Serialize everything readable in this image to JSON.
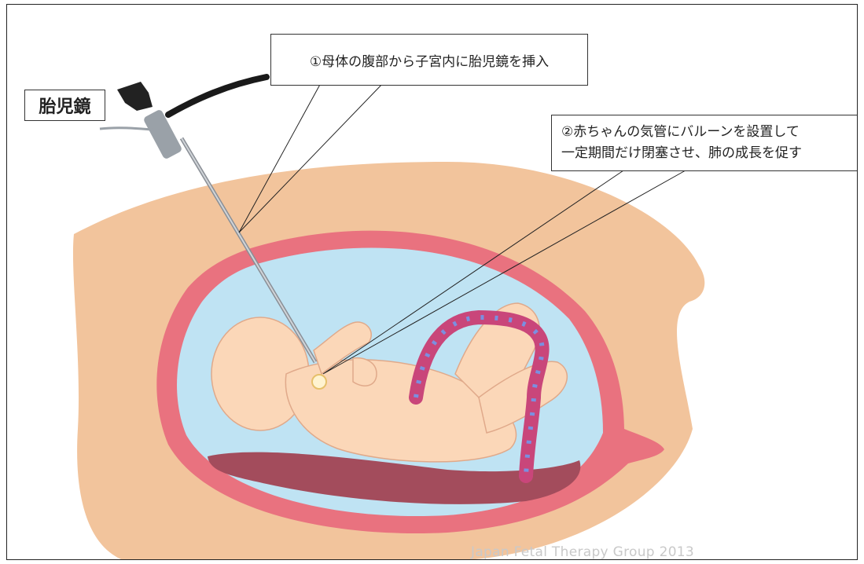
{
  "labels": {
    "scope": "胎児鏡",
    "step1": "①母体の腹部から子宮内に胎児鏡を挿入",
    "step2_line1": "②赤ちゃんの気管にバルーンを設置して",
    "step2_line2": "一定期間だけ閉塞させ、肺の成長を促す"
  },
  "credit": "Japan Fetal Therapy Group 2013",
  "colors": {
    "abdomen": "#f2c49c",
    "uterine_wall": "#e9727f",
    "amniotic_fluid": "#bfe3f3",
    "placenta": "#a34c5c",
    "fetus_skin": "#fbd7b8",
    "umbilical_cord": "#c9467a",
    "cord_vessels": "#7b8fe0"
  }
}
